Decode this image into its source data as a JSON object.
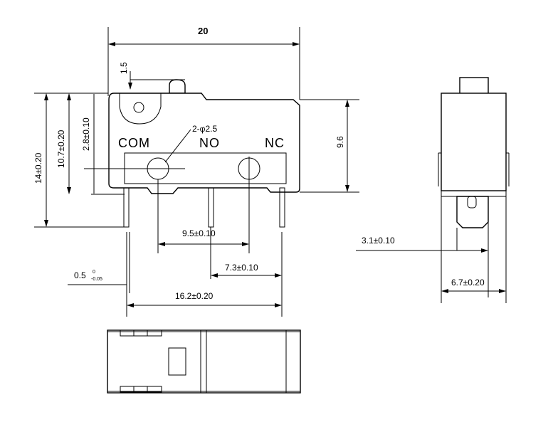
{
  "front_view": {
    "width_dim": "20",
    "lever_dim": "1.5",
    "height_total": "14±0.20",
    "height_107": "10.7±0.20",
    "height_28": "2.8±0.10",
    "height_right": "9.6",
    "hole_label": "2-φ2.5",
    "terminal_com": "COM",
    "terminal_no": "NO",
    "terminal_nc": "NC",
    "pitch_com_nc": "9.5±0.10",
    "pitch_no_nc": "7.3±0.10",
    "span_total": "16.2±0.20",
    "pin_thickness": "0.5",
    "pin_tol_upper": "0",
    "pin_tol_lower": "-0.05"
  },
  "side_view": {
    "pin_offset": "3.1±0.10",
    "width": "6.7±0.20"
  }
}
